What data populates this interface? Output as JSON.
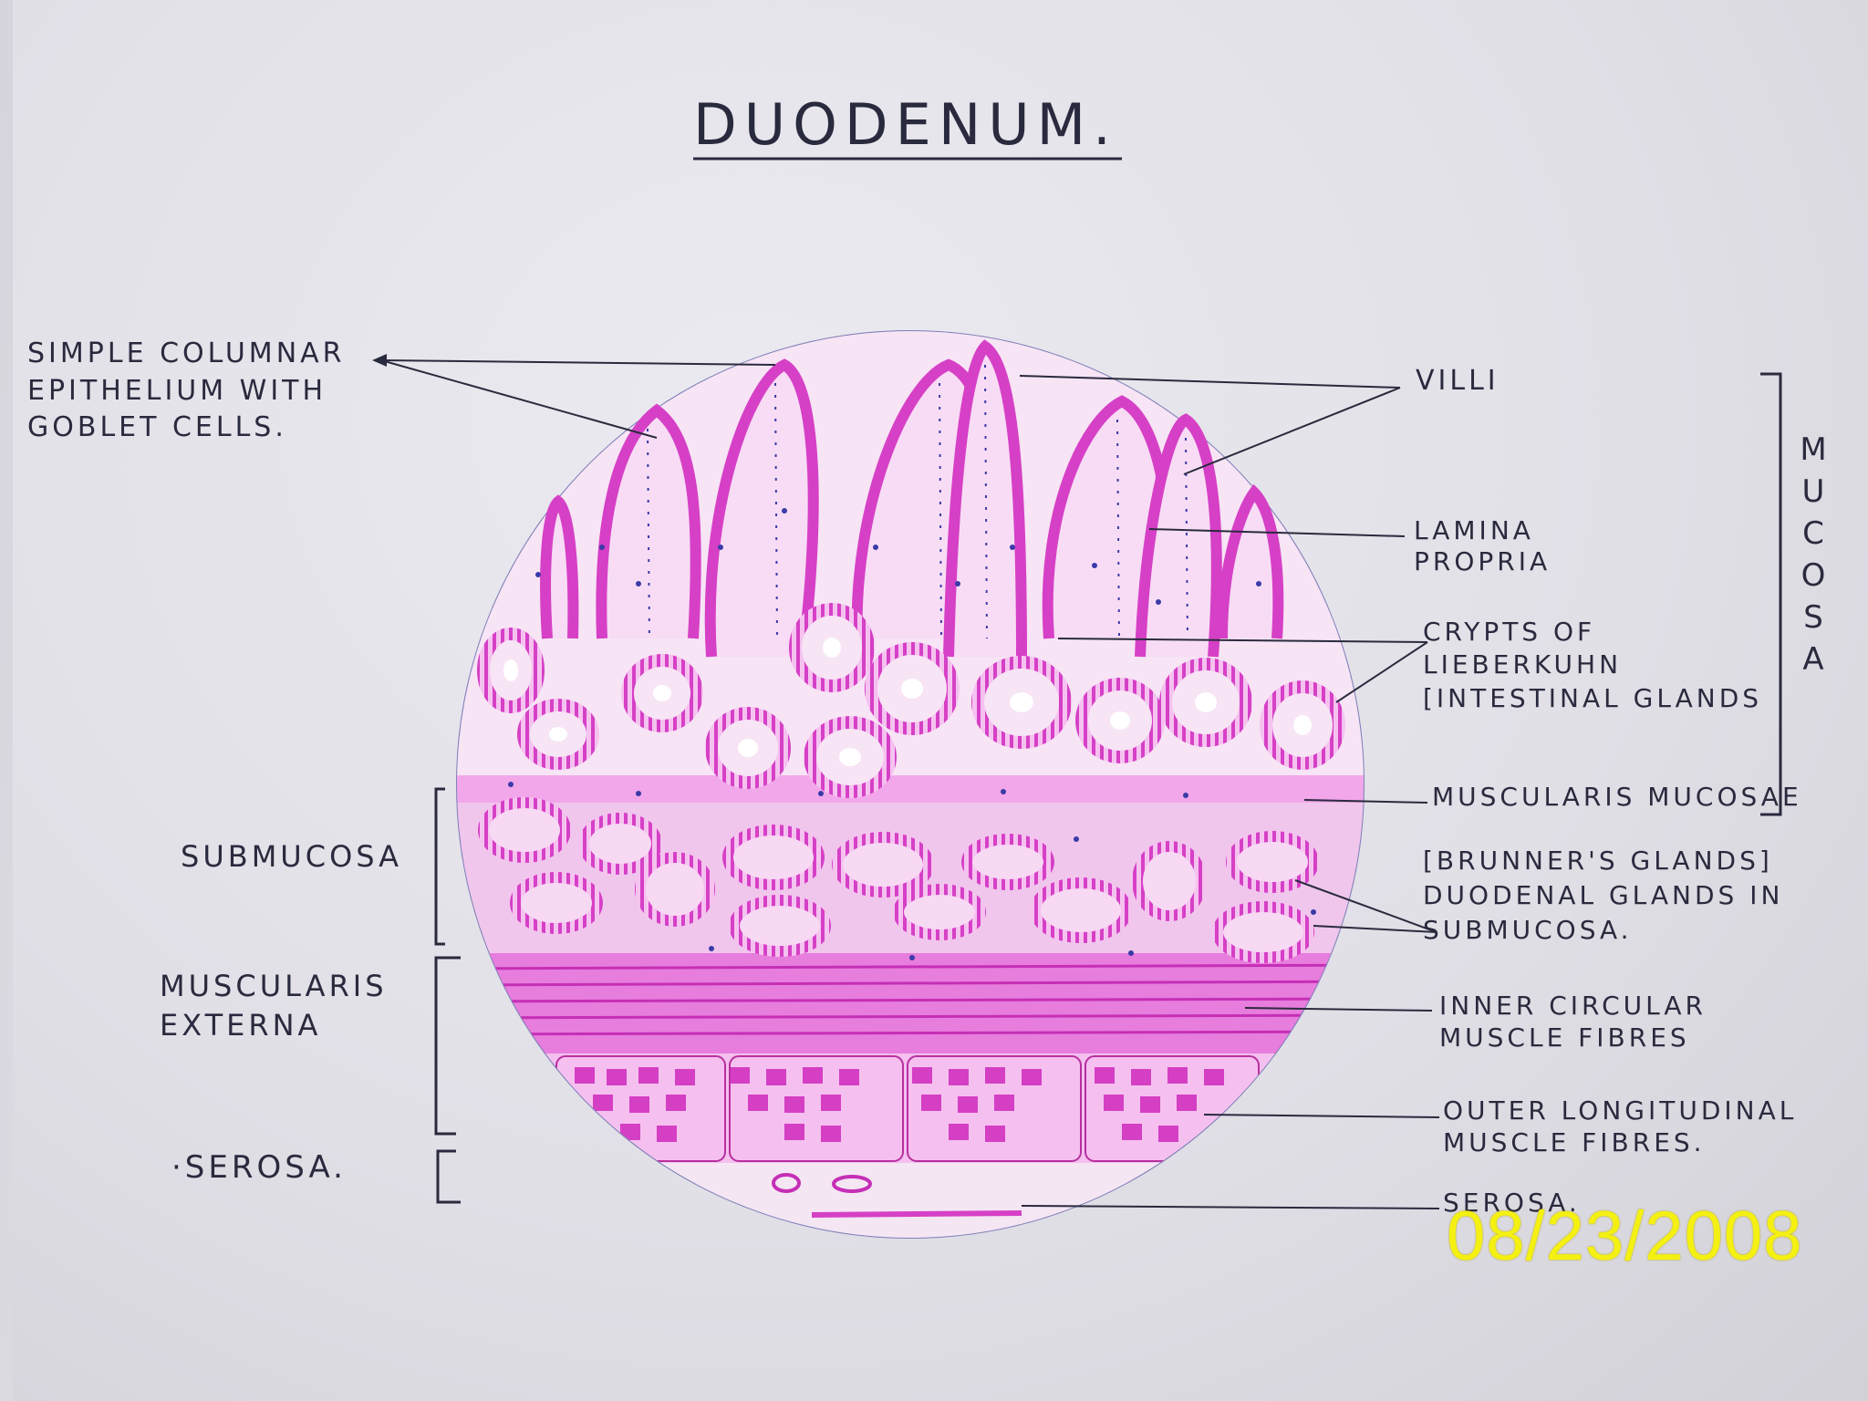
{
  "diagram": {
    "title": "DUODENUM.",
    "labels_left": {
      "epithelium": "SIMPLE COLUMNAR\nEPITHELIUM   WITH\nGOBLET CELLS.",
      "submucosa": "SUBMUCOSA",
      "muscularis_externa": "MUSCULARIS\nEXTERNA",
      "serosa": "·SEROSA."
    },
    "labels_right": {
      "villi": "VILLI",
      "lamina_propria": "LAMINA\nPROPRIA",
      "crypts": "CRYPTS  OF\nLIEBERKUHN\n[INTESTINAL GLANDS",
      "muscularis_mucosae": "MUSCULARIS MUCOSAE",
      "brunners": "[BRUNNER'S GLANDS]\nDUODENAL GLANDS IN\nSUBMUCOSA.",
      "inner_circular": "INNER CIRCULAR\nMUSCLE  FIBRES",
      "outer_longitudinal": "OUTER LONGITUDINAL\nMUSCLE FIBRES.",
      "serosa": "SEROSA."
    },
    "mucosa_vertical": "MUCOSA",
    "date_stamp": "08/23/2008",
    "colors": {
      "ink": "#2a2a3e",
      "pink": "#d83fc8",
      "pink_light": "#f2b6ee",
      "nucleus": "#3a3aa8",
      "stamp": "#f4f012"
    }
  }
}
